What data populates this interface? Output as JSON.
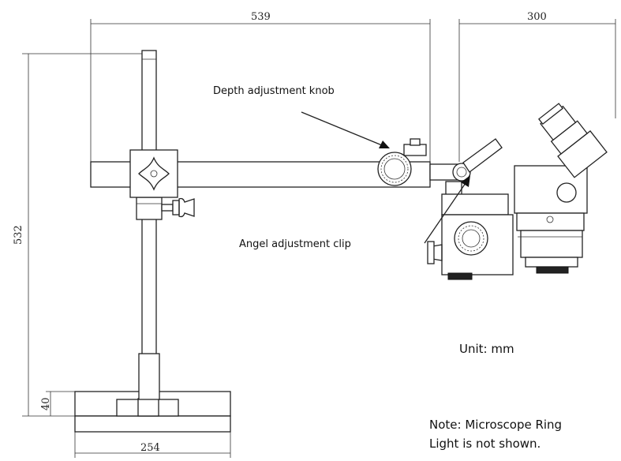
{
  "dimensions": {
    "arm_length": "539",
    "head_offset": "300",
    "height": "532",
    "base_height": "40",
    "base_width": "254"
  },
  "annotations": {
    "depth_knob": "Depth adjustment knob",
    "angle_clip": "Angel adjustment clip"
  },
  "unit_label": "Unit:  mm",
  "note_line1": "Note: Microscope Ring",
  "note_line2": "Light is not shown."
}
